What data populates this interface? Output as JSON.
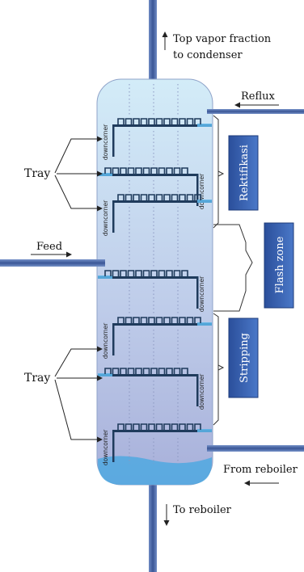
{
  "labels": {
    "top_vapor_line1": "Top vapor fraction",
    "top_vapor_line2": "to condenser",
    "reflux": "Reflux",
    "tray_upper": "Tray",
    "tray_lower": "Tray",
    "feed": "Feed",
    "from_reboiler": "From reboiler",
    "to_reboiler": "To reboiler",
    "downcomer": "downcorner"
  },
  "sections": {
    "rektifikasi": "Rektifikasi",
    "flash_zone": "Flash zone",
    "stripping": "Stripping"
  },
  "colors": {
    "column_top": "#cfe6f5",
    "column_bottom": "#a9b4dc",
    "tray": "#1f3b5c",
    "pipe": "#3f5f9e",
    "section_box": "#2d56a8",
    "liquid": "#5bb3e6"
  }
}
